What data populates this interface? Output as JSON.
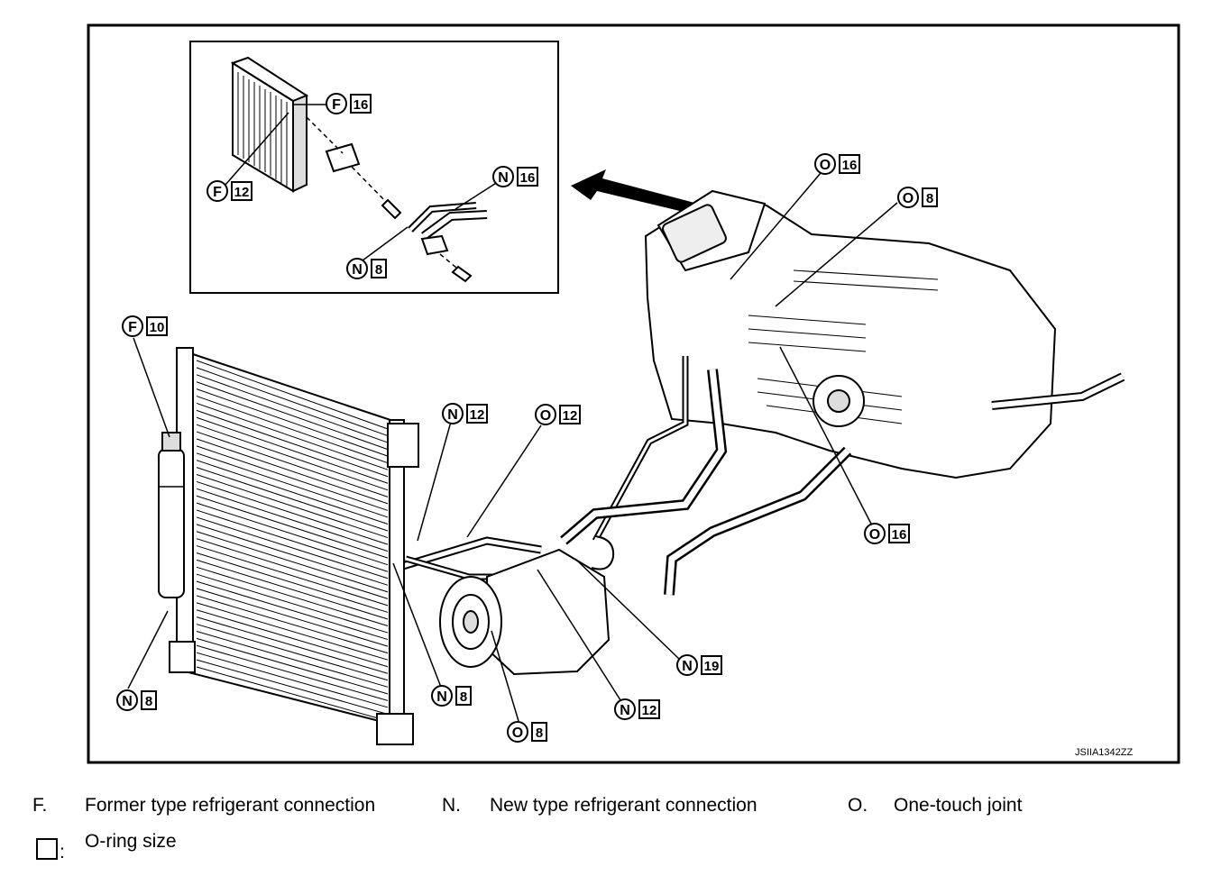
{
  "callouts": [
    {
      "id": "c1",
      "letter": "F",
      "size": "16"
    },
    {
      "id": "c2",
      "letter": "F",
      "size": "12"
    },
    {
      "id": "c3",
      "letter": "N",
      "size": "16"
    },
    {
      "id": "c4",
      "letter": "N",
      "size": "8"
    },
    {
      "id": "c5",
      "letter": "O",
      "size": "16"
    },
    {
      "id": "c6",
      "letter": "O",
      "size": "8"
    },
    {
      "id": "c7",
      "letter": "F",
      "size": "10"
    },
    {
      "id": "c8",
      "letter": "N",
      "size": "12"
    },
    {
      "id": "c9",
      "letter": "O",
      "size": "12"
    },
    {
      "id": "c10",
      "letter": "O",
      "size": "16"
    },
    {
      "id": "c11",
      "letter": "N",
      "size": "19"
    },
    {
      "id": "c12",
      "letter": "N",
      "size": "8"
    },
    {
      "id": "c13",
      "letter": "N",
      "size": "12"
    },
    {
      "id": "c14",
      "letter": "O",
      "size": "8"
    },
    {
      "id": "c15",
      "letter": "N",
      "size": "8"
    }
  ],
  "reference_code": "JSIIA1342ZZ",
  "legend": {
    "f_key": "F.",
    "f_text": "Former type refrigerant connection",
    "n_key": "N.",
    "n_text": "New type refrigerant connection",
    "o_key": "O.",
    "o_text": "One-touch joint",
    "box_suffix": ":",
    "box_text": "O-ring size"
  }
}
